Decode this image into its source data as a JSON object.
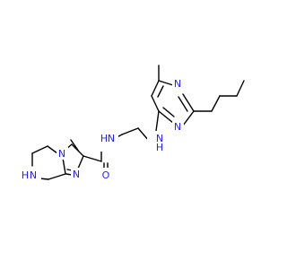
{
  "molecule": {
    "atom_color": "#2323ff",
    "bond_color": "#000000",
    "background": "#ffffff",
    "labels": {
      "pyrimidine_n_top": "N",
      "pyrimidine_n_bottom": "N",
      "amine_nh": "N",
      "amine_nh_h": "H",
      "amide_nh": "N",
      "amide_nh_h": "H",
      "carbonyl_o": "O",
      "imidazole_n_bridge": "N",
      "imidazole_n": "N",
      "piperazine_nh": "N",
      "piperazine_nh_h": "H"
    }
  }
}
